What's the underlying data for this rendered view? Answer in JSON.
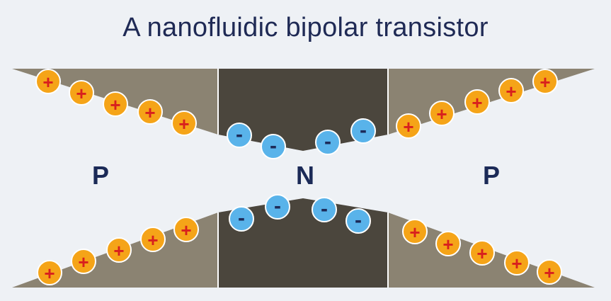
{
  "title": "A nanofluidic bipolar transistor",
  "regions": [
    {
      "label": "P"
    },
    {
      "label": "N"
    },
    {
      "label": "P"
    }
  ],
  "charges": {
    "positive": {
      "symbol": "+",
      "color": "#f5a418",
      "sign_color": "#d8201e"
    },
    "negative": {
      "symbol": "-",
      "color": "#59b3ea",
      "sign_color": "#1d2b59"
    }
  },
  "colors": {
    "p_wall": "#8b8372",
    "n_wall": "#4b463d",
    "background": "#eef1f5"
  }
}
